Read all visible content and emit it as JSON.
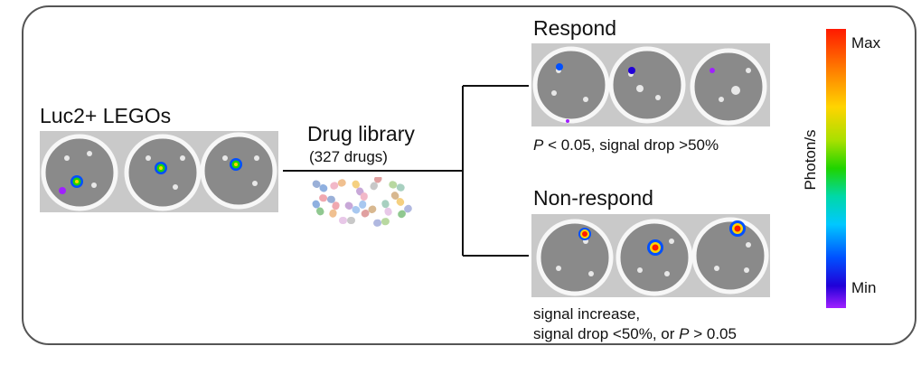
{
  "left": {
    "title": "Luc2+ LEGOs"
  },
  "middle": {
    "title": "Drug library",
    "subtitle": "(327 drugs)"
  },
  "respond": {
    "title": "Respond",
    "p_symbol": "P",
    "caption_rest": " < 0.05, signal drop >50%"
  },
  "nonrespond": {
    "title": "Non-respond",
    "caption_line1": "signal increase,",
    "caption_line2_pre": "signal drop <50%, or ",
    "p_symbol": "P",
    "caption_line2_post": " > 0.05"
  },
  "colorbar": {
    "max_label": "Max",
    "min_label": "Min",
    "axis_label": "Photon/s",
    "colors": [
      "#ff1a00",
      "#ff8000",
      "#ffd400",
      "#1fd400",
      "#00c8ff",
      "#0050ff",
      "#a020ff"
    ]
  },
  "pill_colors": [
    "#9ab0d8",
    "#f2b8c8",
    "#f5d080",
    "#c8c8c8",
    "#b8d8a0",
    "#8fb0e0",
    "#f0c090",
    "#c8a8d8",
    "#e0a0a0",
    "#a8d0c0",
    "#90c890",
    "#f0a8b0",
    "#a8c8f0",
    "#d8b890",
    "#e8c8e8",
    "#b0b8e0"
  ]
}
